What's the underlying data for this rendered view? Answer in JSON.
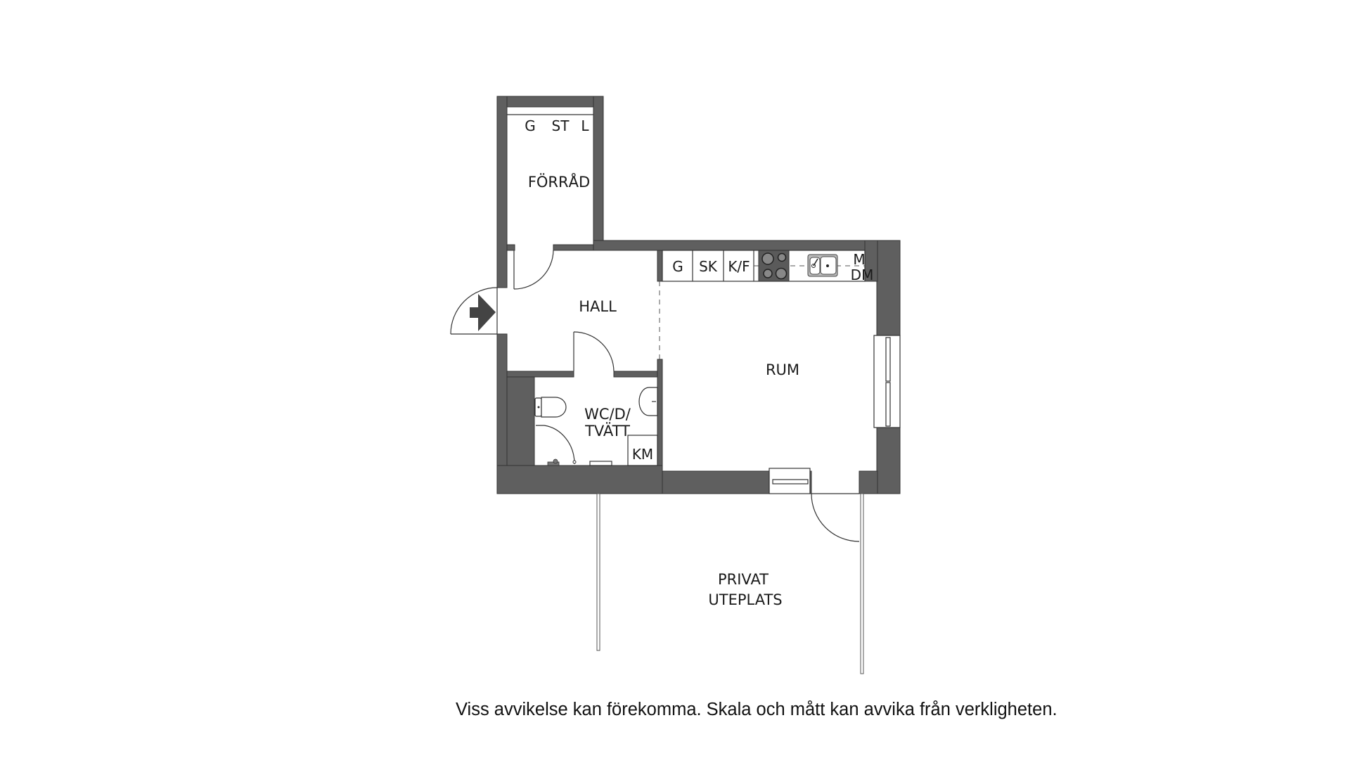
{
  "plan": {
    "rooms": {
      "storage": "FÖRRÅD",
      "hall": "HALL",
      "room": "RUM",
      "bathroom_line1": "WC/D/",
      "bathroom_line2": "TVÄTT",
      "patio_line1": "PRIVAT",
      "patio_line2": "UTEPLATS"
    },
    "storage_fixtures": [
      "G",
      "ST",
      "L"
    ],
    "kitchen_fixtures": [
      "G",
      "SK",
      "K/F"
    ],
    "kitchen_right": {
      "top": "M",
      "bottom": "DM"
    },
    "bathroom_fixture": "KM"
  },
  "caption": "Viss avvikelse kan förekomma. Skala och mått kan avvika från verkligheten.",
  "colors": {
    "wall": "#5f5f5f",
    "line": "#333333"
  }
}
